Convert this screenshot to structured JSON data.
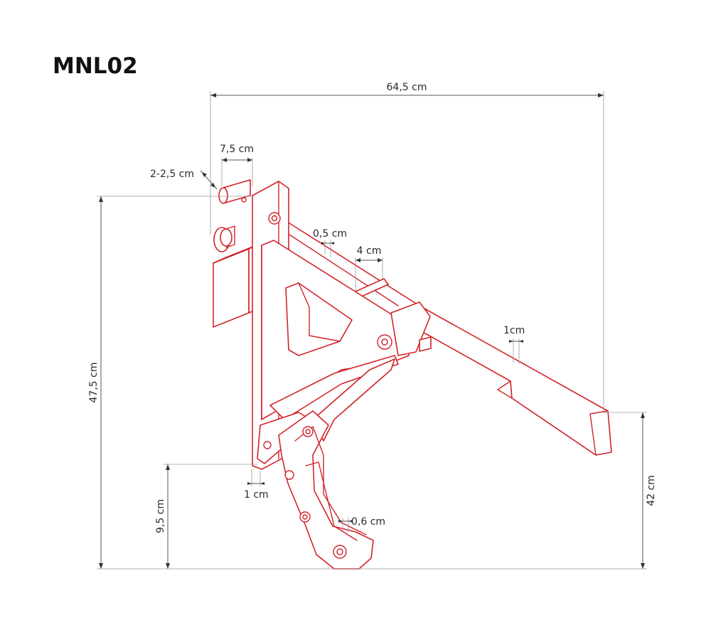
{
  "title": "MNL02",
  "dimensions": {
    "overall_width": "64,5 cm",
    "pin_length": "7,5 cm",
    "pin_diameter": "2-2,5 cm",
    "slot_width": "0,5 cm",
    "slot_offset": "4 cm",
    "arm_thickness": "1cm",
    "plate_thickness": "1 cm",
    "total_height": "47,5 cm",
    "hook_height": "9,5 cm",
    "arm_height": "42 cm",
    "hook_thickness": "0,6 cm"
  },
  "colors": {
    "part_stroke": "#d2232a",
    "dimension_line": "#555555",
    "text": "#2a2a2a"
  }
}
